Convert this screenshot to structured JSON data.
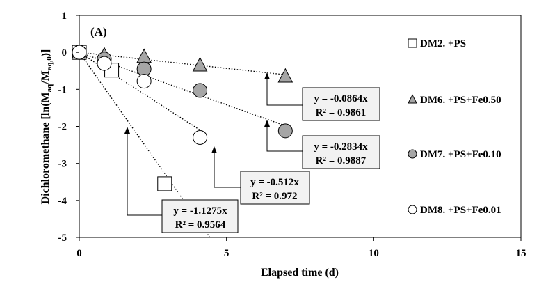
{
  "chart_data": {
    "type": "scatter",
    "panel_label": "(A)",
    "xlabel": "Elapsed time (d)",
    "ylabel_parts": [
      "Dichloromethane [ln(M",
      "aq",
      "/M",
      "aq,0",
      ")]"
    ],
    "xlim": [
      0,
      15
    ],
    "ylim": [
      -5,
      1
    ],
    "xticks": [
      "0",
      "5",
      "10",
      "15"
    ],
    "yticks": [
      "1",
      "0",
      "-1",
      "-2",
      "-3",
      "-4",
      "-5"
    ],
    "grid": false,
    "legend_position": "right",
    "series": [
      {
        "name": "DM2. +PS",
        "marker": "square",
        "fill": "#ffffff",
        "points": [
          [
            0,
            0
          ],
          [
            1.1,
            -0.48
          ],
          [
            2.9,
            -3.55
          ]
        ],
        "slope": -1.1275,
        "equation": "y = -1.1275x",
        "r2": "R² = 0.9564"
      },
      {
        "name": "DM6. +PS+Fe0.50",
        "marker": "triangle",
        "fill": "#a6a6a6",
        "points": [
          [
            0,
            0
          ],
          [
            0.85,
            -0.08
          ],
          [
            2.2,
            -0.12
          ],
          [
            4.1,
            -0.35
          ],
          [
            7.0,
            -0.65
          ]
        ],
        "slope": -0.0864,
        "equation": "y = -0.0864x",
        "r2": "R² = 0.9861"
      },
      {
        "name": "DM7. +PS+Fe0.10",
        "marker": "circle",
        "fill": "#a6a6a6",
        "points": [
          [
            0,
            0
          ],
          [
            0.85,
            -0.18
          ],
          [
            2.2,
            -0.45
          ],
          [
            4.1,
            -1.03
          ],
          [
            7.0,
            -2.12
          ]
        ],
        "slope": -0.2834,
        "equation": "y = -0.2834x",
        "r2": "R² = 0.9887"
      },
      {
        "name": "DM8. +PS+Fe0.01",
        "marker": "circle",
        "fill": "#ffffff",
        "points": [
          [
            0,
            0
          ],
          [
            0.85,
            -0.3
          ],
          [
            2.2,
            -0.78
          ],
          [
            4.1,
            -2.3
          ]
        ],
        "slope": -0.512,
        "equation": "y = -0.512x",
        "r2": "R² = 0.972"
      }
    ]
  }
}
